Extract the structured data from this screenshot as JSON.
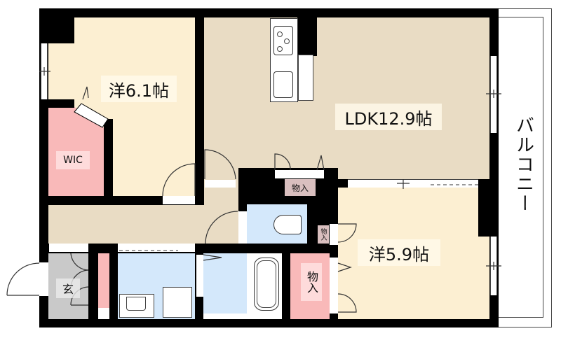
{
  "floorplan": {
    "rooms": {
      "western_1": {
        "label": "洋6.1帖",
        "type": "洋室",
        "size_jo": 6.1
      },
      "ldk": {
        "label": "LDK12.9帖",
        "type": "LDK",
        "size_jo": 12.9
      },
      "western_2": {
        "label": "洋5.9帖",
        "type": "洋室",
        "size_jo": 5.9
      },
      "wic": {
        "label": "WIC"
      },
      "entrance": {
        "label": "玄"
      },
      "balcony": {
        "label": "バルコニー"
      },
      "storage_1": {
        "label": "物入"
      },
      "storage_2": {
        "label": "物入"
      },
      "storage_3": {
        "label": "物入"
      }
    },
    "colors": {
      "ldk": "#e9dcc4",
      "western": "#fcefd2",
      "storage": "#f9b9b9",
      "wet_area": "#d4e8fb",
      "entrance": "#c9c9c9",
      "wall": "#000000"
    }
  }
}
